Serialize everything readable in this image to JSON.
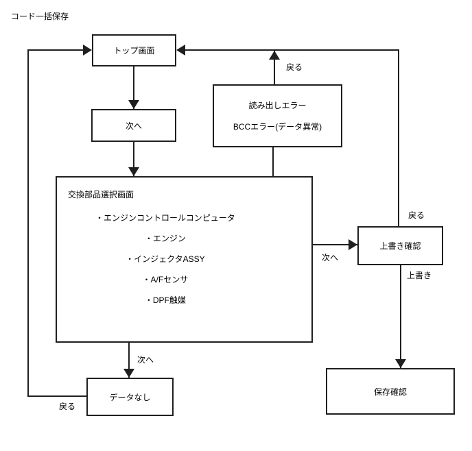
{
  "title": "コード一括保存",
  "nodes": {
    "top_screen": {
      "label": "トップ画面"
    },
    "next": {
      "label": "次へ"
    },
    "read_error": {
      "line1": "読み出しエラー",
      "line2": "BCCエラー(データ異常)"
    },
    "parts_select": {
      "label": "交換部品選択画面",
      "items": [
        "・エンジンコントロールコンピュータ",
        "・エンジン",
        "・インジェクタASSY",
        "・A/Fセンサ",
        "・DPF触媒"
      ]
    },
    "overwrite_confirm": {
      "label": "上書き確認"
    },
    "no_data": {
      "label": "データなし"
    },
    "save_confirm": {
      "label": "保存確認"
    }
  },
  "edge_labels": {
    "error_back": "戻る",
    "overwrite_back": "戻る",
    "overwrite_do": "上書き",
    "parts_next_right": "次へ",
    "parts_next_down": "次へ",
    "nodata_back": "戻る"
  },
  "colors": {
    "line": "#1f1f1f",
    "background": "#ffffff",
    "text": "#000000"
  }
}
